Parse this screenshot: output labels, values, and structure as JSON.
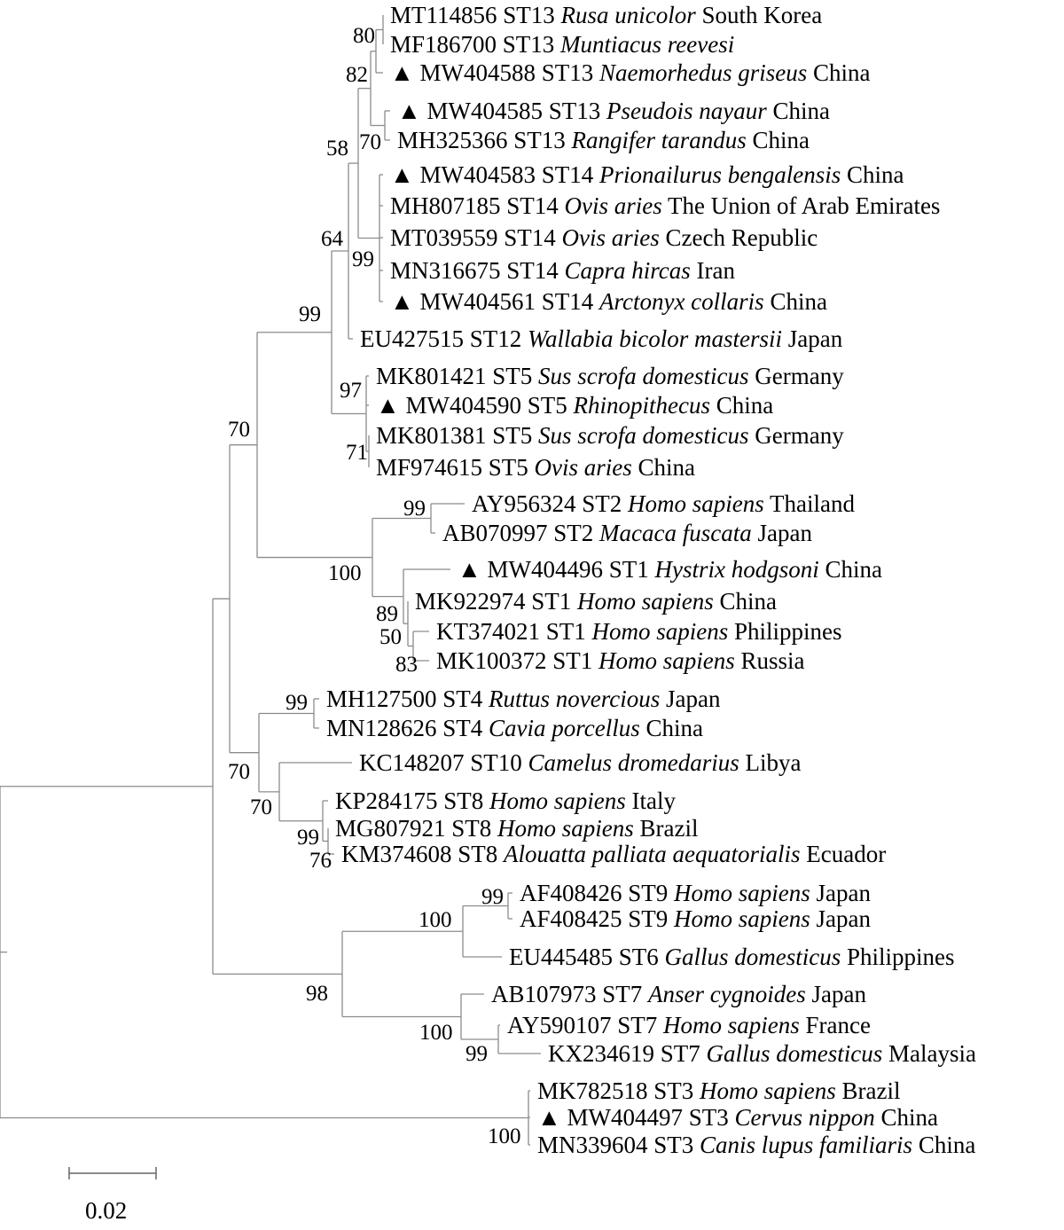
{
  "taxa": [
    {
      "id": "t01",
      "marker": false,
      "acc": "MT114856",
      "st": "ST13",
      "species": "Rusa unicolor",
      "country": "South Korea"
    },
    {
      "id": "t02",
      "marker": false,
      "acc": "MF186700",
      "st": "ST13",
      "species": "Muntiacus reevesi",
      "country": ""
    },
    {
      "id": "t03",
      "marker": true,
      "acc": "MW404588",
      "st": "ST13",
      "species": "Naemorhedus griseus",
      "country": "China"
    },
    {
      "id": "t04",
      "marker": true,
      "acc": "MW404585",
      "st": "ST13",
      "species": "Pseudois nayaur",
      "country": "China"
    },
    {
      "id": "t05",
      "marker": false,
      "acc": "MH325366",
      "st": "ST13",
      "species": "Rangifer tarandus",
      "country": "China"
    },
    {
      "id": "t06",
      "marker": true,
      "acc": "MW404583",
      "st": "ST14",
      "species": "Prionailurus bengalensis",
      "country": "China"
    },
    {
      "id": "t07",
      "marker": false,
      "acc": "MH807185",
      "st": "ST14",
      "species": "Ovis aries",
      "country": "The Union of Arab Emirates"
    },
    {
      "id": "t08",
      "marker": false,
      "acc": "MT039559",
      "st": "ST14",
      "species": "Ovis aries",
      "country": "Czech Republic"
    },
    {
      "id": "t09",
      "marker": false,
      "acc": "MN316675",
      "st": "ST14",
      "species": "Capra hircas",
      "country": "Iran"
    },
    {
      "id": "t10",
      "marker": true,
      "acc": "MW404561",
      "st": "ST14",
      "species": "Arctonyx collaris",
      "country": "China"
    },
    {
      "id": "t11",
      "marker": false,
      "acc": "EU427515",
      "st": "ST12",
      "species": "Wallabia bicolor mastersii",
      "country": "Japan"
    },
    {
      "id": "t12",
      "marker": false,
      "acc": "MK801421",
      "st": "ST5",
      "species": "Sus scrofa domesticus",
      "country": "Germany"
    },
    {
      "id": "t13",
      "marker": true,
      "acc": "MW404590",
      "st": "ST5",
      "species": "Rhinopithecus",
      "country": "China"
    },
    {
      "id": "t14",
      "marker": false,
      "acc": "MK801381",
      "st": "ST5",
      "species": "Sus scrofa domesticus",
      "country": "Germany"
    },
    {
      "id": "t15",
      "marker": false,
      "acc": "MF974615",
      "st": "ST5",
      "species": "Ovis aries",
      "country": "China"
    },
    {
      "id": "t16",
      "marker": false,
      "acc": "AY956324",
      "st": "ST2",
      "species": "Homo sapiens",
      "country": "Thailand"
    },
    {
      "id": "t17",
      "marker": false,
      "acc": "AB070997",
      "st": "ST2",
      "species": "Macaca fuscata",
      "country": "Japan"
    },
    {
      "id": "t18",
      "marker": true,
      "acc": "MW404496",
      "st": "ST1",
      "species": "Hystrix hodgsoni",
      "country": "China"
    },
    {
      "id": "t19",
      "marker": false,
      "acc": "MK922974",
      "st": "ST1",
      "species": "Homo sapiens",
      "country": "China"
    },
    {
      "id": "t20",
      "marker": false,
      "acc": "KT374021",
      "st": "ST1",
      "species": "Homo sapiens",
      "country": "Philippines"
    },
    {
      "id": "t21",
      "marker": false,
      "acc": "MK100372",
      "st": "ST1",
      "species": "Homo sapiens",
      "country": "Russia"
    },
    {
      "id": "t22",
      "marker": false,
      "acc": "MH127500",
      "st": "ST4",
      "species": "Ruttus novercious",
      "country": "Japan"
    },
    {
      "id": "t23",
      "marker": false,
      "acc": "MN128626",
      "st": "ST4",
      "species": "Cavia porcellus",
      "country": "China"
    },
    {
      "id": "t24",
      "marker": false,
      "acc": "KC148207",
      "st": "ST10",
      "species": "Camelus dromedarius",
      "country": "Libya"
    },
    {
      "id": "t25",
      "marker": false,
      "acc": "KP284175",
      "st": "ST8",
      "species": "Homo sapiens",
      "country": "Italy"
    },
    {
      "id": "t26",
      "marker": false,
      "acc": "MG807921",
      "st": "ST8",
      "species": "Homo sapiens",
      "country": "Brazil"
    },
    {
      "id": "t27",
      "marker": false,
      "acc": "KM374608",
      "st": "ST8",
      "species": "Alouatta palliata aequatorialis",
      "country": "Ecuador"
    },
    {
      "id": "t28",
      "marker": false,
      "acc": "AF408426",
      "st": "ST9",
      "species": "Homo sapiens",
      "country": "Japan"
    },
    {
      "id": "t29",
      "marker": false,
      "acc": "AF408425",
      "st": "ST9",
      "species": "Homo sapiens",
      "country": "Japan"
    },
    {
      "id": "t30",
      "marker": false,
      "acc": "EU445485",
      "st": "ST6",
      "species": "Gallus domesticus",
      "country": "Philippines"
    },
    {
      "id": "t31",
      "marker": false,
      "acc": "AB107973",
      "st": "ST7",
      "species": "Anser cygnoides",
      "country": "Japan"
    },
    {
      "id": "t32",
      "marker": false,
      "acc": "AY590107",
      "st": "ST7",
      "species": "Homo sapiens",
      "country": "France"
    },
    {
      "id": "t33",
      "marker": false,
      "acc": "KX234619",
      "st": "ST7",
      "species": "Gallus domesticus",
      "country": "Malaysia"
    },
    {
      "id": "t34",
      "marker": false,
      "acc": "MK782518",
      "st": "ST3",
      "species": "Homo sapiens",
      "country": "Brazil"
    },
    {
      "id": "t35",
      "marker": true,
      "acc": "MW404497",
      "st": "ST3",
      "species": "Cervus nippon",
      "country": "China"
    },
    {
      "id": "t36",
      "marker": false,
      "acc": "MN339604",
      "st": "ST3",
      "species": "Canis lupus familiaris",
      "country": "China"
    }
  ],
  "bootstrap": {
    "n_st13a": "80",
    "n_st13b": "82",
    "n_st13c": "70",
    "n_st13": "58",
    "n_st14": "99",
    "n_st13_14_12": "64",
    "n_st5": "97",
    "n_st5b": "71",
    "n_upper": "99",
    "n_st2": "99",
    "n_st1a": "89",
    "n_st1b": "50",
    "n_st1c": "83",
    "n_st1_2": "100",
    "n_top": "70",
    "n_st4": "99",
    "n_st8a": "99",
    "n_st8b": "76",
    "n_st10_8": "70",
    "n_st4_10_8": "70",
    "n_st9": "99",
    "n_st9_6": "100",
    "n_st7b": "99",
    "n_st7": "100",
    "n_st6_7_9": "98",
    "n_st3": "100"
  },
  "scale_bar": {
    "value": 0.02,
    "label": "0.02"
  },
  "marker_symbol": "▲"
}
